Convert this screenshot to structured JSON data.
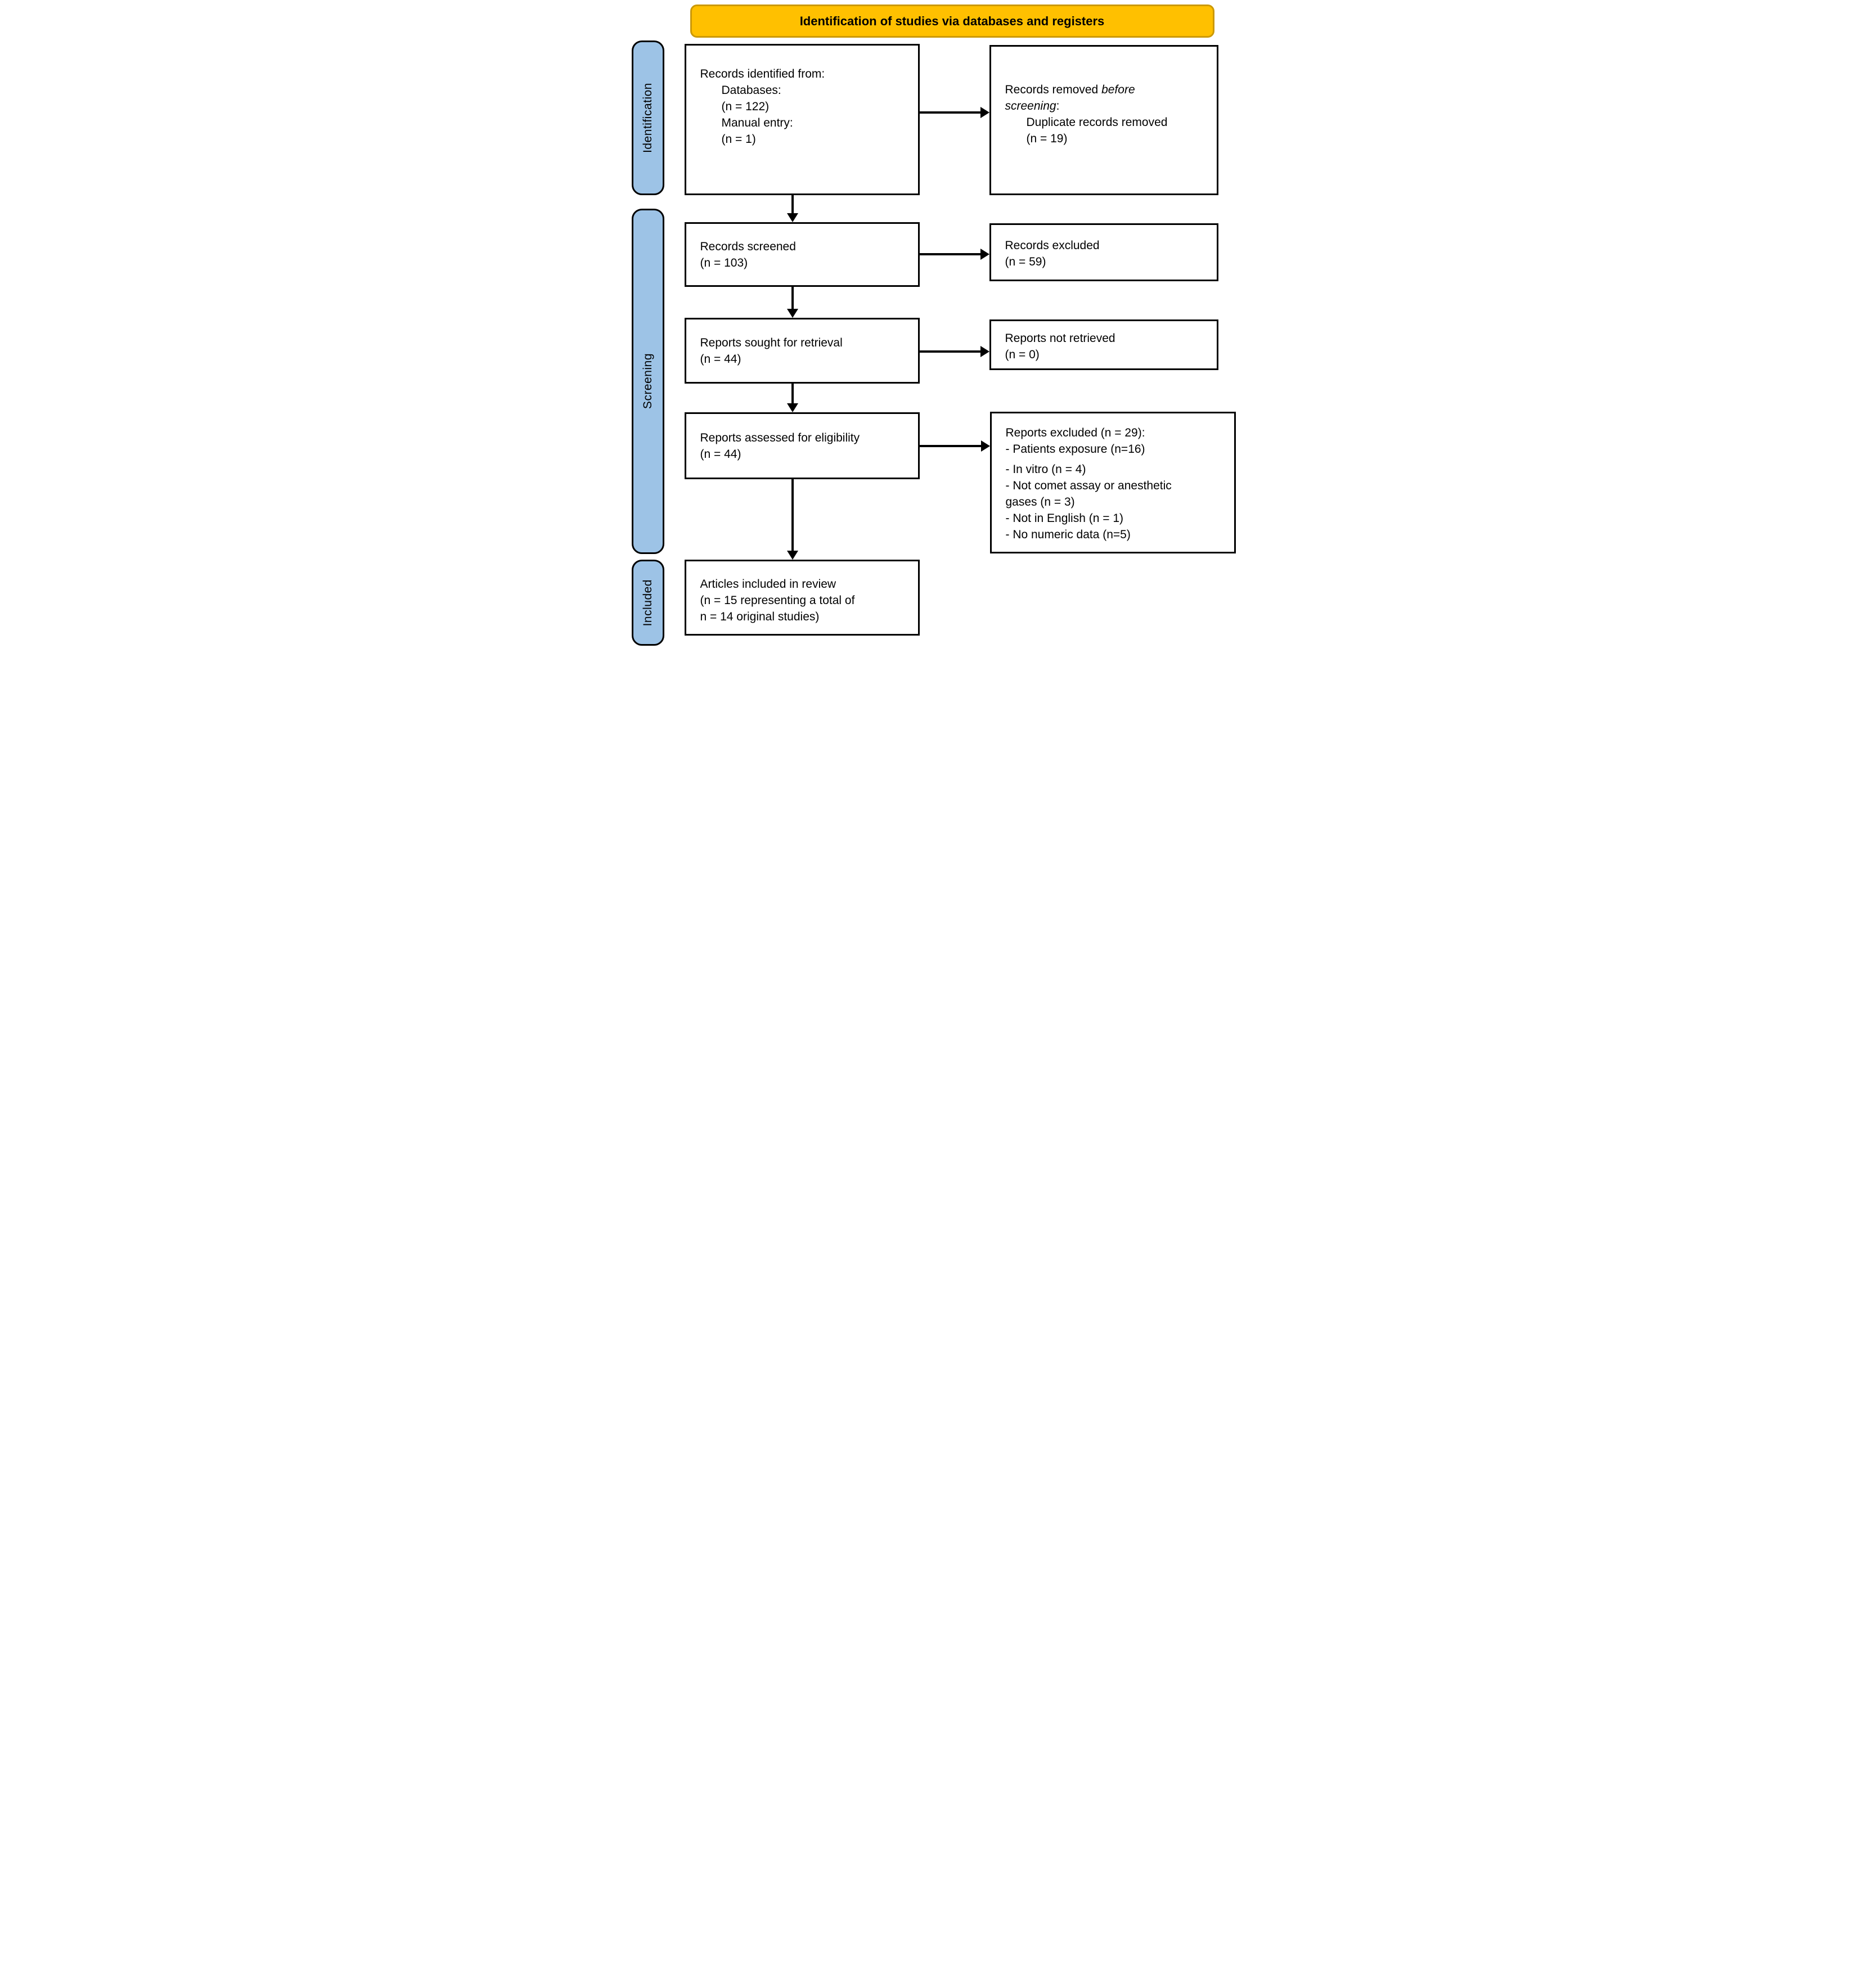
{
  "header": {
    "title": "Identification of studies via databases and registers",
    "bg": "#FFC000",
    "border": "#CC9906"
  },
  "sidebar": {
    "bg": "#9DC3E6",
    "items": [
      {
        "label": "Identification"
      },
      {
        "label": "Screening"
      },
      {
        "label": "Included"
      }
    ]
  },
  "boxes": {
    "records_identified": {
      "lines": [
        "Records identified from:",
        "Databases:",
        "(n = 122)",
        "Manual entry:",
        "(n = 1)"
      ]
    },
    "records_removed": {
      "prefix": "Records removed ",
      "italic": "before screening",
      "suffix": ":",
      "lines": [
        "Duplicate records removed",
        "(n = 19)"
      ]
    },
    "records_screened": {
      "lines": [
        "Records screened",
        "(n = 103)"
      ]
    },
    "records_excluded": {
      "lines": [
        "Records excluded",
        "(n = 59)"
      ]
    },
    "reports_sought": {
      "lines": [
        "Reports sought for retrieval",
        "(n = 44)"
      ]
    },
    "reports_not_retrieved": {
      "lines": [
        "Reports not retrieved",
        "(n = 0)"
      ]
    },
    "reports_assessed": {
      "lines": [
        "Reports assessed for eligibility",
        "(n = 44)"
      ]
    },
    "reports_excluded_detail": {
      "title": "Reports excluded (n = 29):",
      "items": [
        "- Patients exposure (n=16)",
        "- In vitro (n = 4)",
        "- Not comet assay or anesthetic gases (n = 3)",
        "- Not in English (n = 1)",
        "- No numeric data (n=5)"
      ]
    },
    "articles_included": {
      "lines": [
        "Articles included in review",
        "(n = 15 representing a total of",
        "n = 14 original studies)"
      ]
    }
  }
}
